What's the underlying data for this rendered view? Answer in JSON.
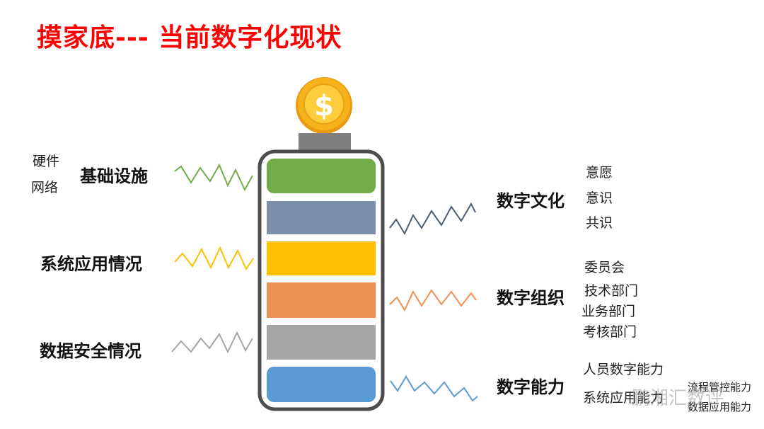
{
  "title": "摸家底--- 当前数字化现状",
  "coin_symbol": "$",
  "left": {
    "infra_sub": [
      "硬件",
      "网络"
    ],
    "infra": "基础设施",
    "systems": "系统应用情况",
    "security": "数据安全情况"
  },
  "right": {
    "culture": "数字文化",
    "culture_items": [
      "意愿",
      "意识",
      "共识"
    ],
    "org": "数字组织",
    "org_items": [
      "委员会",
      "技术部门",
      "业务部门",
      "考核部门"
    ],
    "ability": "数字能力",
    "ability_items": [
      "人员数字能力",
      "系统应用能力"
    ],
    "ability_sub": [
      "流程管控能力",
      "数据应用能力"
    ]
  },
  "watermark": "鹏湘汇数评",
  "colors": {
    "title": "#ff0000",
    "seg_green": "#70ad47",
    "seg_steel": "#7b8fab",
    "seg_gold": "#ffc000",
    "seg_orange": "#ee9155",
    "seg_gray": "#a5a5a5",
    "seg_blue": "#5b9bd5",
    "battery_frame": "#4d4d4d",
    "coin": "#f6b21b"
  }
}
